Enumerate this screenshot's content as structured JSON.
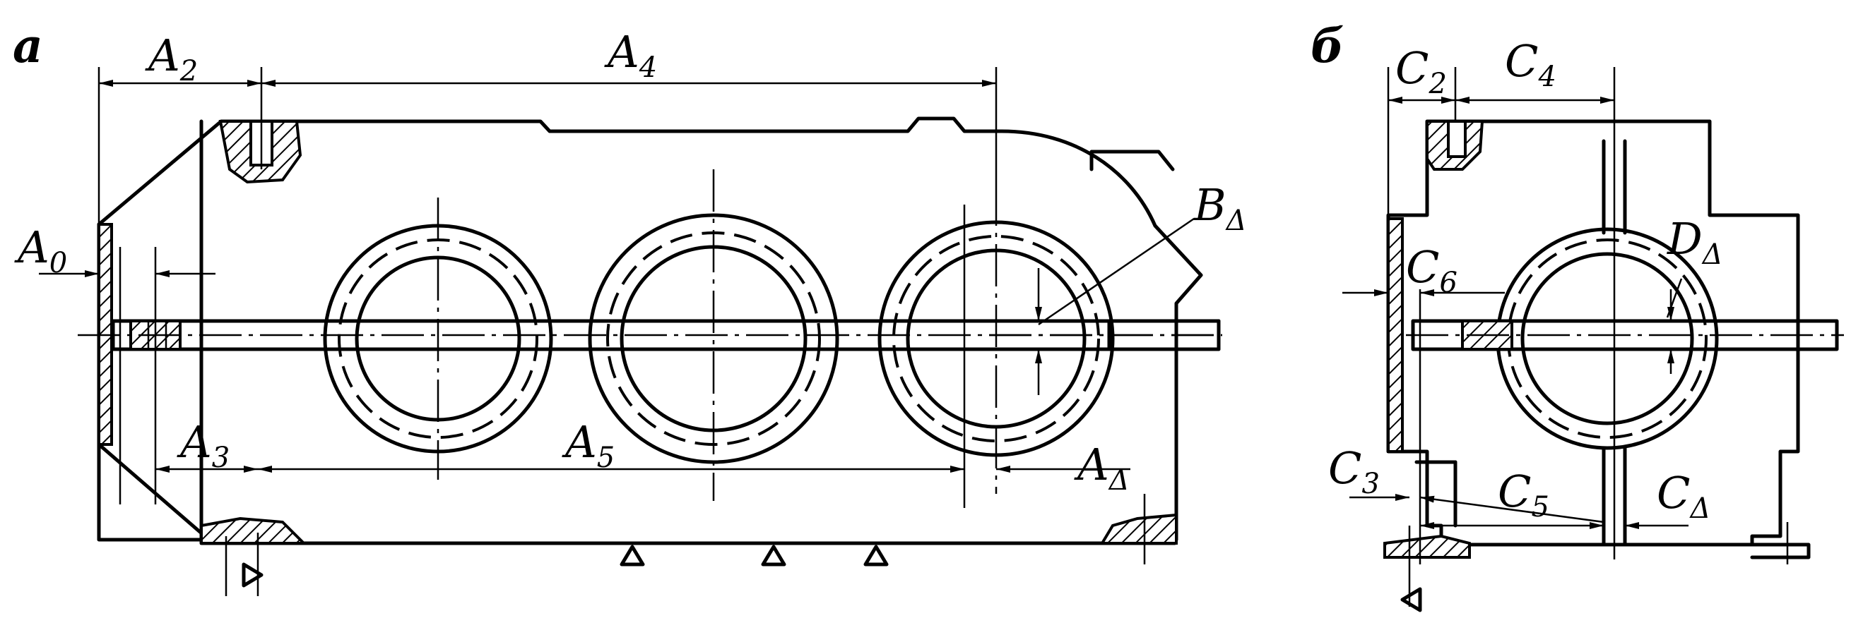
{
  "panels": {
    "left": "а",
    "right": "б"
  },
  "labels": {
    "A0": {
      "main": "A",
      "sub": "0"
    },
    "A2": {
      "main": "A",
      "sub": "2"
    },
    "A3": {
      "main": "A",
      "sub": "3"
    },
    "A4": {
      "main": "A",
      "sub": "4"
    },
    "A5": {
      "main": "A",
      "sub": "5"
    },
    "Ad": {
      "main": "A",
      "sub": "Δ"
    },
    "Bd": {
      "main": "B",
      "sub": "Δ"
    },
    "C2": {
      "main": "C",
      "sub": "2"
    },
    "C3": {
      "main": "C",
      "sub": "3"
    },
    "C4": {
      "main": "C",
      "sub": "4"
    },
    "C5": {
      "main": "C",
      "sub": "5"
    },
    "C6": {
      "main": "C",
      "sub": "6"
    },
    "Cd": {
      "main": "C",
      "sub": "Δ"
    },
    "Dd": {
      "main": "D",
      "sub": "Δ"
    }
  }
}
